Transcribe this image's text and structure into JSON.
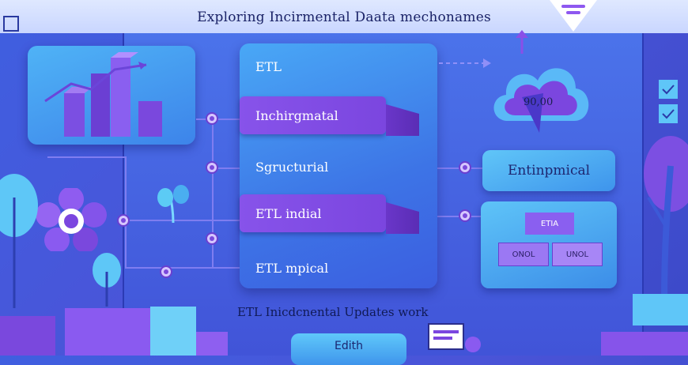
{
  "title": "Exploring Incirmental Daata mechonames",
  "main_card": {
    "top_label": "ETL",
    "items": [
      {
        "label": "Inchirgmatal",
        "style": "bar"
      },
      {
        "label": "Sgructurial",
        "style": "plain"
      },
      {
        "label": "ETL indial",
        "style": "bar"
      },
      {
        "label": "ETL mpical",
        "style": "plain"
      }
    ]
  },
  "right": {
    "cloud_value": "90,00",
    "label": "Entinpmical",
    "blocks": {
      "top": "ETIA",
      "left": "ONOL",
      "right": "UNOL"
    }
  },
  "bottom_caption": "ETL Inicdcnental Updates work",
  "bottom_button": "Edith",
  "colors": {
    "background": "#4154d8",
    "purple": "#7b46df",
    "cyan": "#4fb3f6",
    "title_text": "#1a2266"
  },
  "icons": [
    "bar-chart-icon",
    "cloud-icon",
    "flower-gear-icon",
    "tree-icon",
    "checkbox-icon",
    "funnel-icon",
    "monitor-icon"
  ]
}
